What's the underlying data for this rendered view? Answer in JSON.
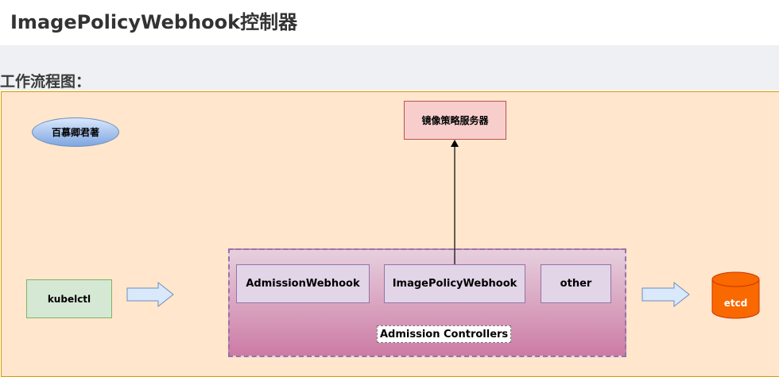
{
  "header": {
    "title": "ImagePolicyWebhook控制器"
  },
  "section": {
    "label": "工作流程图："
  },
  "diagram": {
    "author": "百慕卿君著",
    "policy_server": "镜像策略服务器",
    "client": "kubelctl",
    "group_label": "Admission Controllers",
    "controllers": [
      "AdmissionWebhook",
      "ImagePolicyWebhook",
      "other"
    ],
    "storage": "etcd"
  },
  "colors": {
    "canvas_fill": "#ffe6cc",
    "server_fill": "#f8cecc",
    "client_fill": "#d5e8d4",
    "controller_fill": "#e1d5e7",
    "etcd_fill": "#fa6800"
  }
}
